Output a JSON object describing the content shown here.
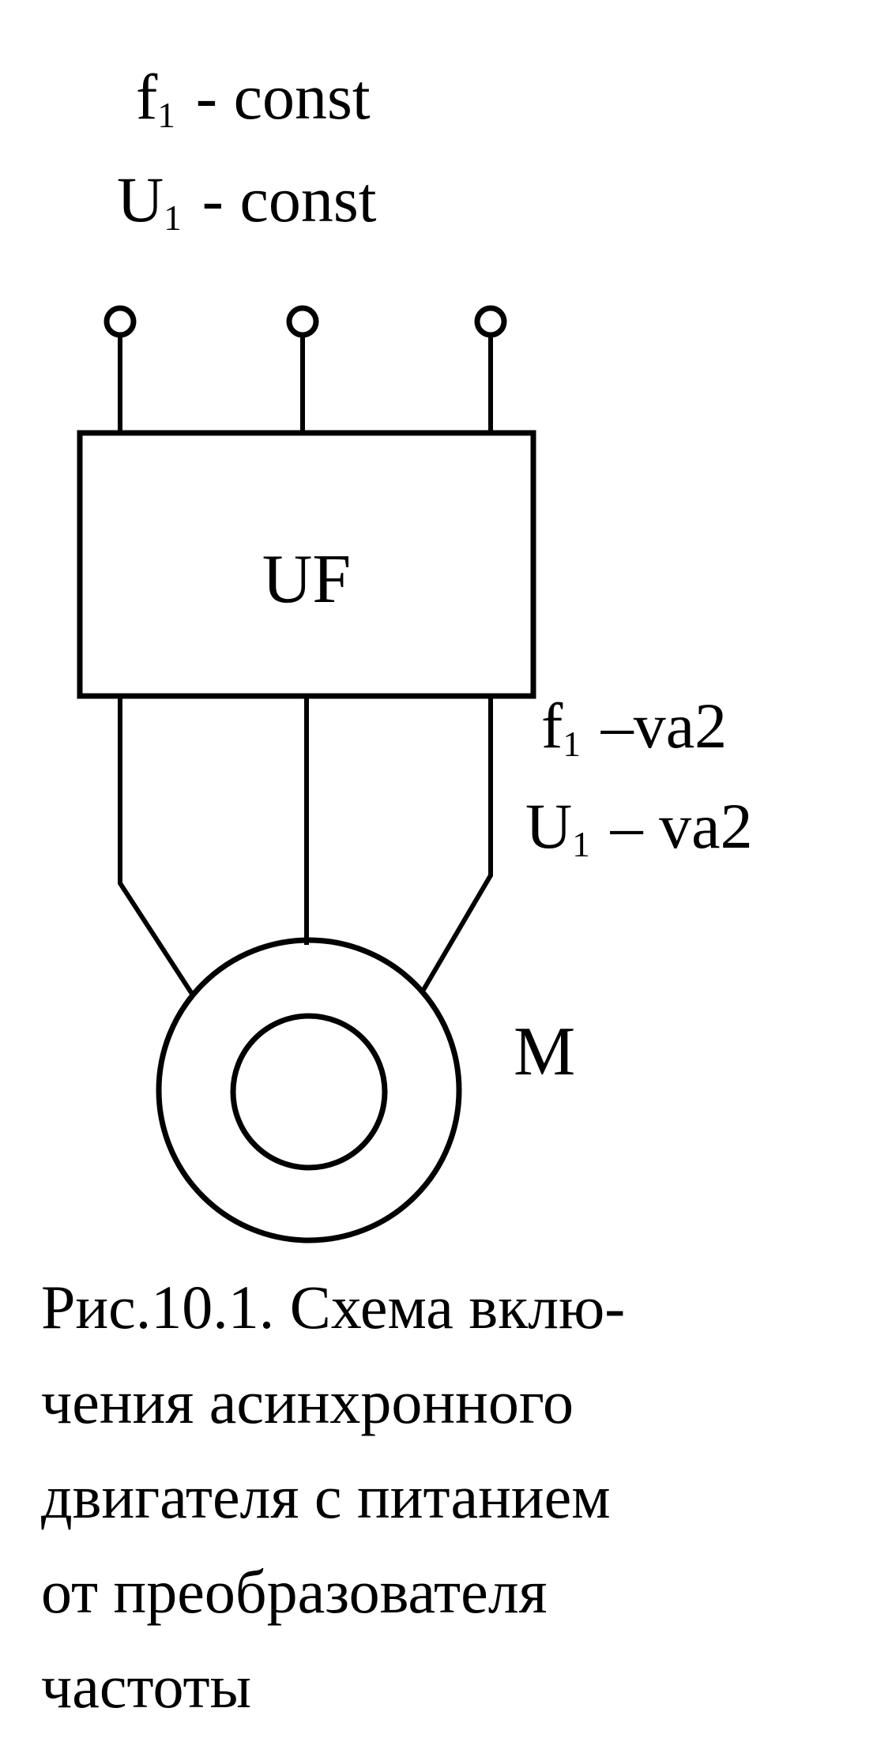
{
  "input_labels": {
    "f": {
      "symbol": "f",
      "sub": "1",
      "text": " - const"
    },
    "u": {
      "symbol": "U",
      "sub": "1",
      "text": " - const"
    }
  },
  "converter": {
    "label": "UF"
  },
  "output_labels": {
    "f": {
      "symbol": "f",
      "sub": "1",
      "text": " –va2"
    },
    "u": {
      "symbol": "U",
      "sub": "1",
      "text": " – va2"
    }
  },
  "motor": {
    "label": "M"
  },
  "caption": {
    "lines": [
      "Рис.10.1. Схема вклю-",
      "чения асинхронного",
      "двигателя с питанием",
      "от преобразователя",
      "частоты"
    ]
  }
}
